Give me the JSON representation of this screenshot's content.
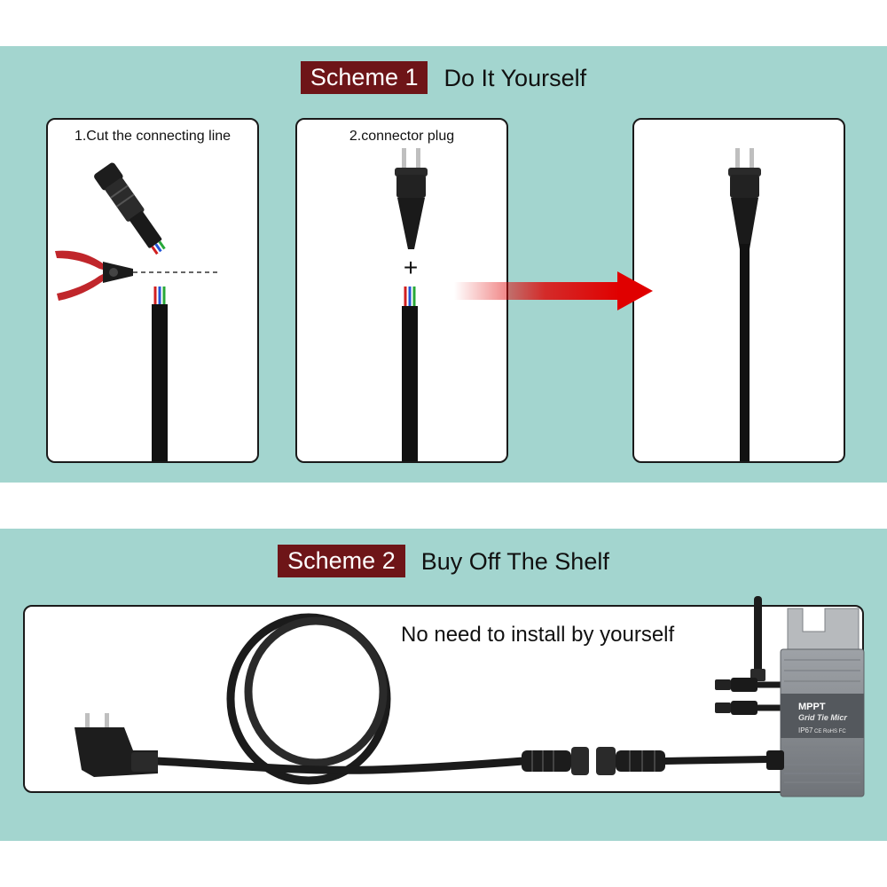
{
  "scheme1": {
    "badge": "Scheme 1",
    "title": "Do It Yourself",
    "step1_caption": "1.Cut the connecting line",
    "step2_caption": "2.connector plug",
    "plus_sign": "+"
  },
  "scheme2": {
    "badge": "Scheme 2",
    "title": "Buy Off The Shelf",
    "note": "No need to install by yourself"
  },
  "inverter": {
    "label_mppt": "MPPT",
    "label_model": "Grid Tie Micr",
    "label_rating": "IP67",
    "label_marks": "CE RoHS FC"
  },
  "colors": {
    "band": "#a3d5cf",
    "badge": "#6e1518",
    "arrow": "#e00000",
    "wire_brown": "#d11f1f",
    "wire_blue": "#2255d8",
    "wire_green": "#28a83a",
    "cable": "#111111",
    "inverter": "#8a8e93"
  }
}
